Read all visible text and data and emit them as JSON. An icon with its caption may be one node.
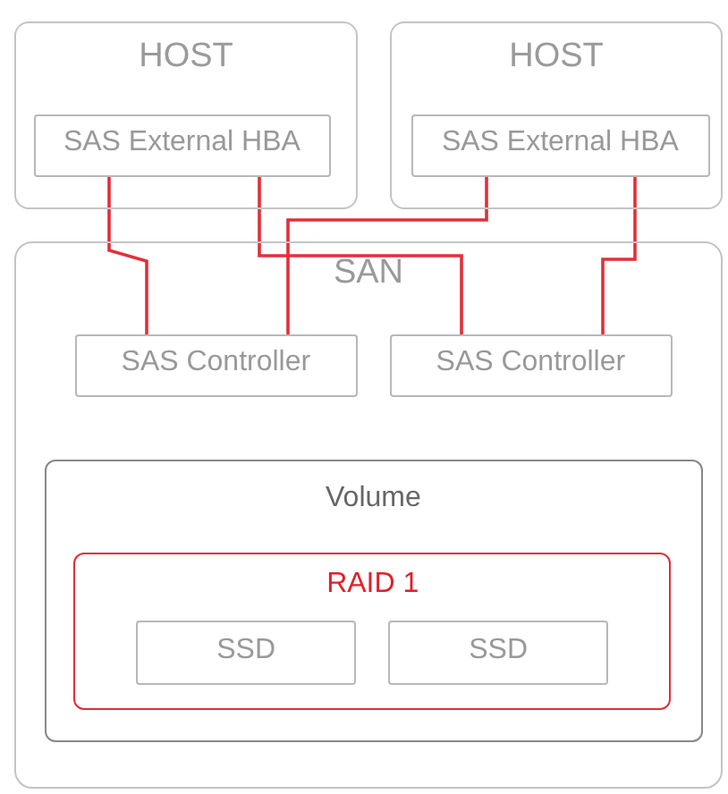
{
  "diagram": {
    "nodes": [
      {
        "text": [
          "HOST"
        ]
      },
      {
        "text": [
          "SAS External HBA"
        ],
        "in": 0
      },
      {
        "text": [
          "HOST"
        ]
      },
      {
        "text": [
          "SAS External HBA"
        ],
        "in": 2
      },
      {
        "text": [
          "SAN"
        ]
      },
      {
        "text": [
          "SAS Controller"
        ],
        "in": 4
      },
      {
        "text": [
          "SAS Controller"
        ],
        "in": 4
      },
      {
        "text": [
          "Volume"
        ],
        "in": 4
      },
      {
        "text": [
          "RAID 1"
        ],
        "in": 7
      },
      {
        "text": [
          "SSD"
        ],
        "in": 8
      },
      {
        "text": [
          "SSD"
        ],
        "in": 8
      }
    ],
    "edges": [
      {
        "from": 1,
        "to": 5,
        "arrow": "none"
      },
      {
        "from": 1,
        "to": 6,
        "arrow": "none"
      },
      {
        "from": 3,
        "to": 5,
        "arrow": "none"
      },
      {
        "from": 3,
        "to": 6,
        "arrow": "none"
      }
    ]
  }
}
